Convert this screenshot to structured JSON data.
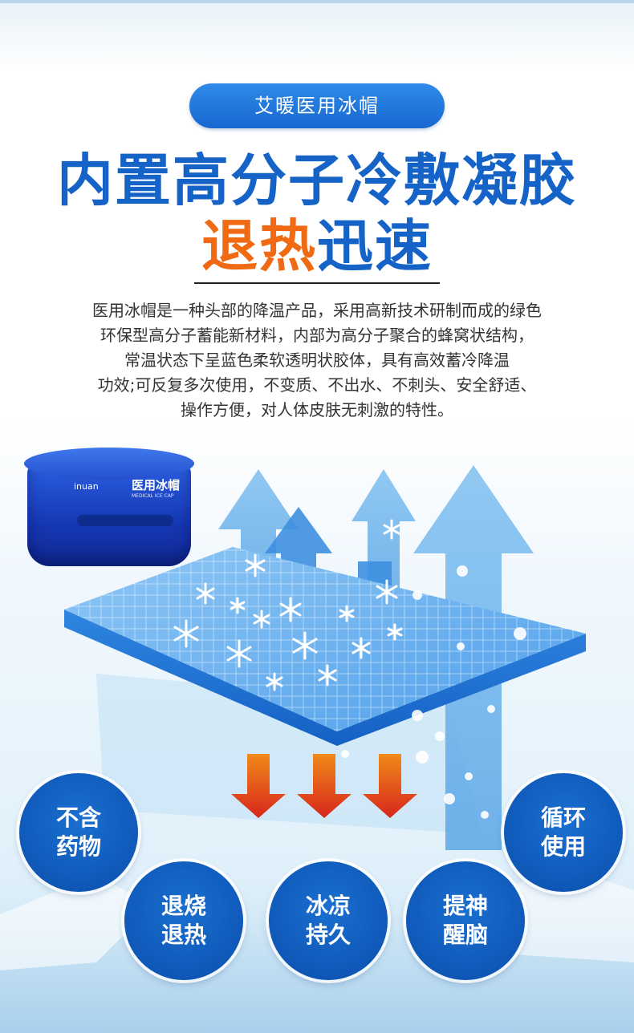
{
  "badge": "艾暖医用冰帽",
  "headline": {
    "line1": "内置高分子冷敷凝胶",
    "line2_orange": "退热",
    "line2_blue": "迅速"
  },
  "description": [
    "医用冰帽是一种头部的降温产品，采用高新技术研制而成的绿色",
    "环保型高分子蓄能新材料，内部为高分子聚合的蜂窝状结构，",
    "常温状态下呈蓝色柔软透明状胶体，具有高效蓄冷降温",
    "功效;可反复多次使用，不变质、不出水、不刺头、安全舒适、",
    "操作方便，对人体皮肤无刺激的特性。"
  ],
  "product": {
    "logo": "inuan",
    "label": "医用冰帽",
    "sublabel": "MEDICAL ICE CAP"
  },
  "features": [
    "不含药物",
    "循环使用",
    "退烧退热",
    "冰凉持久",
    "提神醒脑"
  ],
  "colors": {
    "brand_blue": "#1663c7",
    "accent_orange": "#f06a14",
    "circle_blue": "#0f58b8"
  }
}
